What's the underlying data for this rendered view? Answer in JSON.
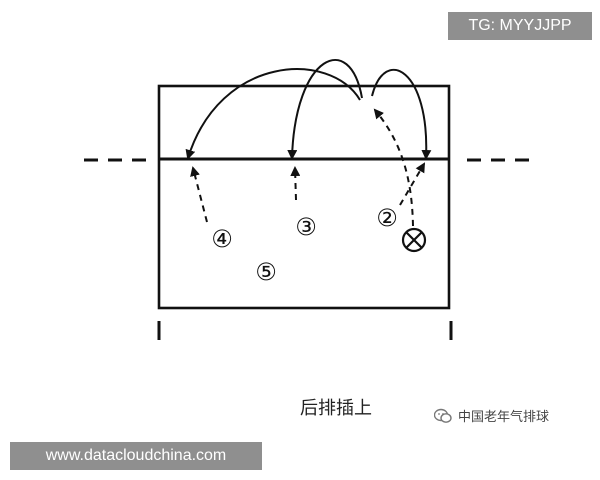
{
  "watermark_top": "TG: MYYJJPP",
  "watermark_bottom": "www.datacloudchina.com",
  "caption": "后排插上",
  "wechat_source": "中国老年气排球",
  "wechat_icon": "wechat-icon",
  "players": [
    {
      "id": "p4",
      "label": "④"
    },
    {
      "id": "p3",
      "label": "③"
    },
    {
      "id": "p2",
      "label": "②"
    },
    {
      "id": "p5",
      "label": "⑤"
    }
  ],
  "setter_symbol": "⊗",
  "colors": {
    "ink": "#111111",
    "badge": "#8f8f8f",
    "badge_text": "#ffffff"
  }
}
